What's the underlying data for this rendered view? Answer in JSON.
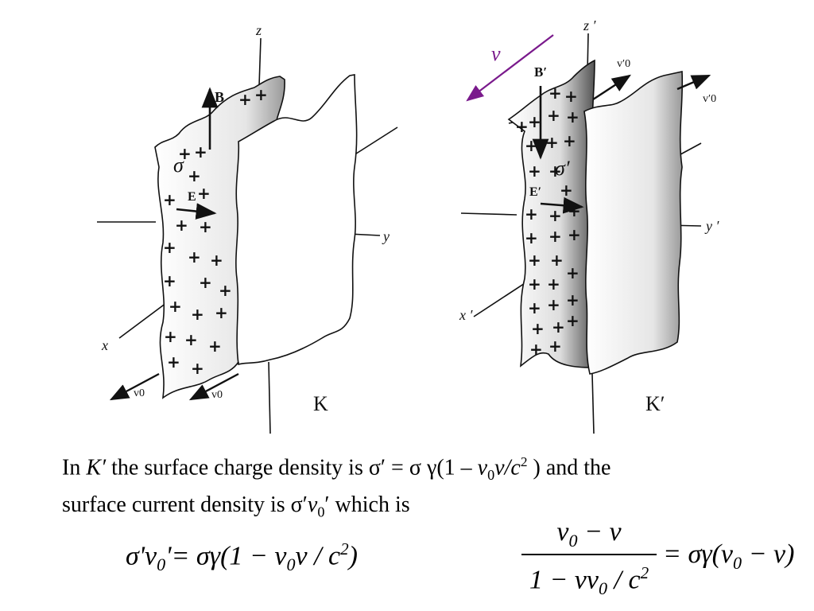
{
  "left_panel": {
    "axis_labels": {
      "z": "z",
      "y": "y",
      "x": "x"
    },
    "field_labels": {
      "B": "B",
      "E": "E",
      "sigma": "σ"
    },
    "velocity_labels": [
      "v0",
      "v0"
    ],
    "frame_label": "K",
    "charge_sign": "+"
  },
  "right_panel": {
    "axis_labels": {
      "z": "z ′",
      "y": "y ′",
      "x": "x ′"
    },
    "field_labels": {
      "B": "B′",
      "E": "E′",
      "sigma": "σ′"
    },
    "velocity_labels": [
      "v′0",
      "v′0"
    ],
    "frame_label": "K′",
    "frame_velocity_label": "v",
    "charge_sign": "+"
  },
  "colors": {
    "frame_velocity_arrow": "#7a1a8c",
    "ink": "#111111"
  },
  "text": {
    "line1_a": "In ",
    "line1_frame": "K′",
    "line1_b": " the surface charge density is σ′ = σ γ(1 – ",
    "line1_v0": "v",
    "line1_v0_sub": "0",
    "line1_v": "v",
    "line1_slash_c": "/c",
    "line1_exp": "2",
    "line1_c": " ) and the",
    "line2_a": "surface current density is σ′",
    "line2_v": "v",
    "line2_sub": "0",
    "line2_b": "′ which is"
  },
  "equation": {
    "lhs": "σ'v",
    "lhs_sub": "0",
    "lhs_tail": "'= σγ(1 − v",
    "mid_sub": "0",
    "mid_tail": "v / c",
    "mid_exp": "2",
    "mid_close": ")",
    "num_a": "v",
    "num_sub": "0",
    "num_b": " − v",
    "den_a": "1 − vv",
    "den_sub": "0",
    "den_b": " / c",
    "den_exp": "2",
    "rhs_a": "= σγ(v",
    "rhs_sub": "0",
    "rhs_b": " − v)"
  }
}
